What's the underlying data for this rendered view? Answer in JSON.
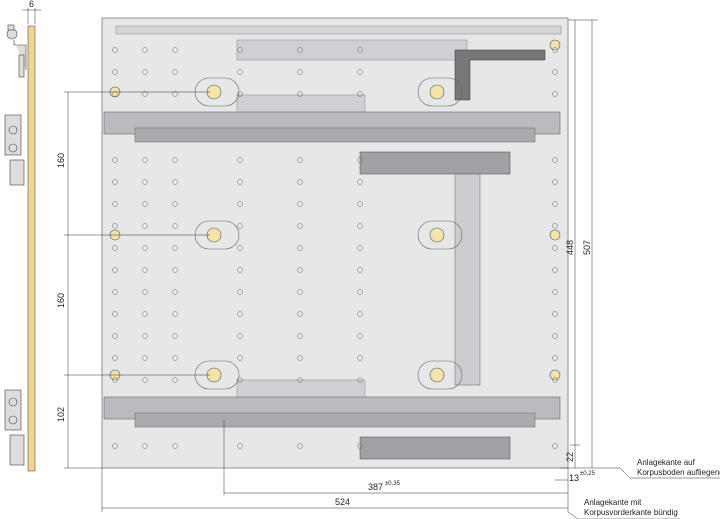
{
  "dimensions": {
    "side_thickness": "6",
    "spacing_top": "160",
    "spacing_middle": "160",
    "spacing_bottom": "102",
    "height_inner": "448",
    "height_outer": "507",
    "offset_bottom": "22",
    "offset_front": "13",
    "offset_front_tol": "±0,25",
    "depth_rail": "387",
    "depth_rail_tol": "±0,35",
    "depth_total": "524"
  },
  "annotations": {
    "bottom_edge_line1": "Anlagekante auf",
    "bottom_edge_line2": "Korpusboden aufliegend",
    "front_edge_line1": "Anlagekante mit",
    "front_edge_line2": "Korpusvorderkante bündig"
  },
  "colors": {
    "plate": "#e6e7e9",
    "rail": "#b9bbbe",
    "wood": "#f2d58a",
    "hole": "#f5e3a8",
    "line": "#333333"
  }
}
